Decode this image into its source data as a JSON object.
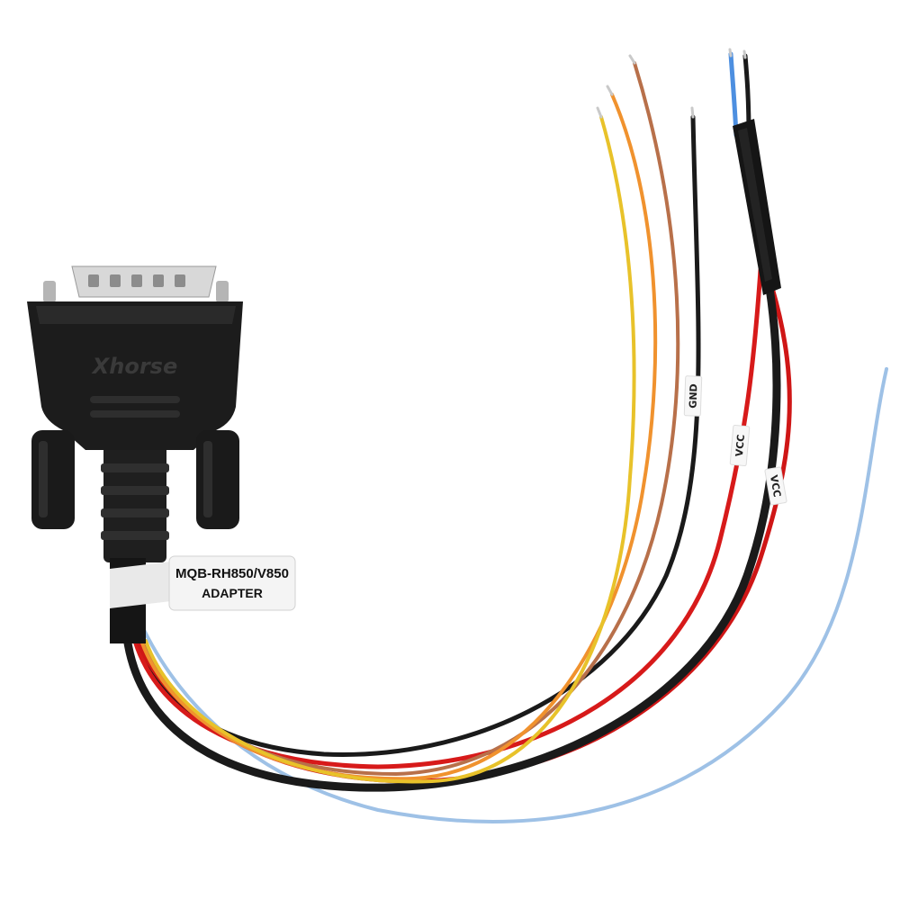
{
  "product": {
    "label_line1": "MQB-RH850/V850",
    "label_line2": "ADAPTER",
    "brand": "Xhorse"
  },
  "wire_labels": {
    "gnd": "GND",
    "vcc_left": "VCC",
    "vcc_right": "VCC"
  },
  "colors": {
    "connector_body": "#1c1c1c",
    "connector_pins": "#cfcfcf",
    "wire_yellow": "#e8c22a",
    "wire_orange": "#f0922e",
    "wire_brown": "#b8704a",
    "wire_black": "#1a1a1a",
    "wire_red": "#d71a1a",
    "wire_light_blue": "#9ec1e6",
    "wire_blue": "#4d8fe0",
    "label_tag": "#f4f4f4"
  }
}
